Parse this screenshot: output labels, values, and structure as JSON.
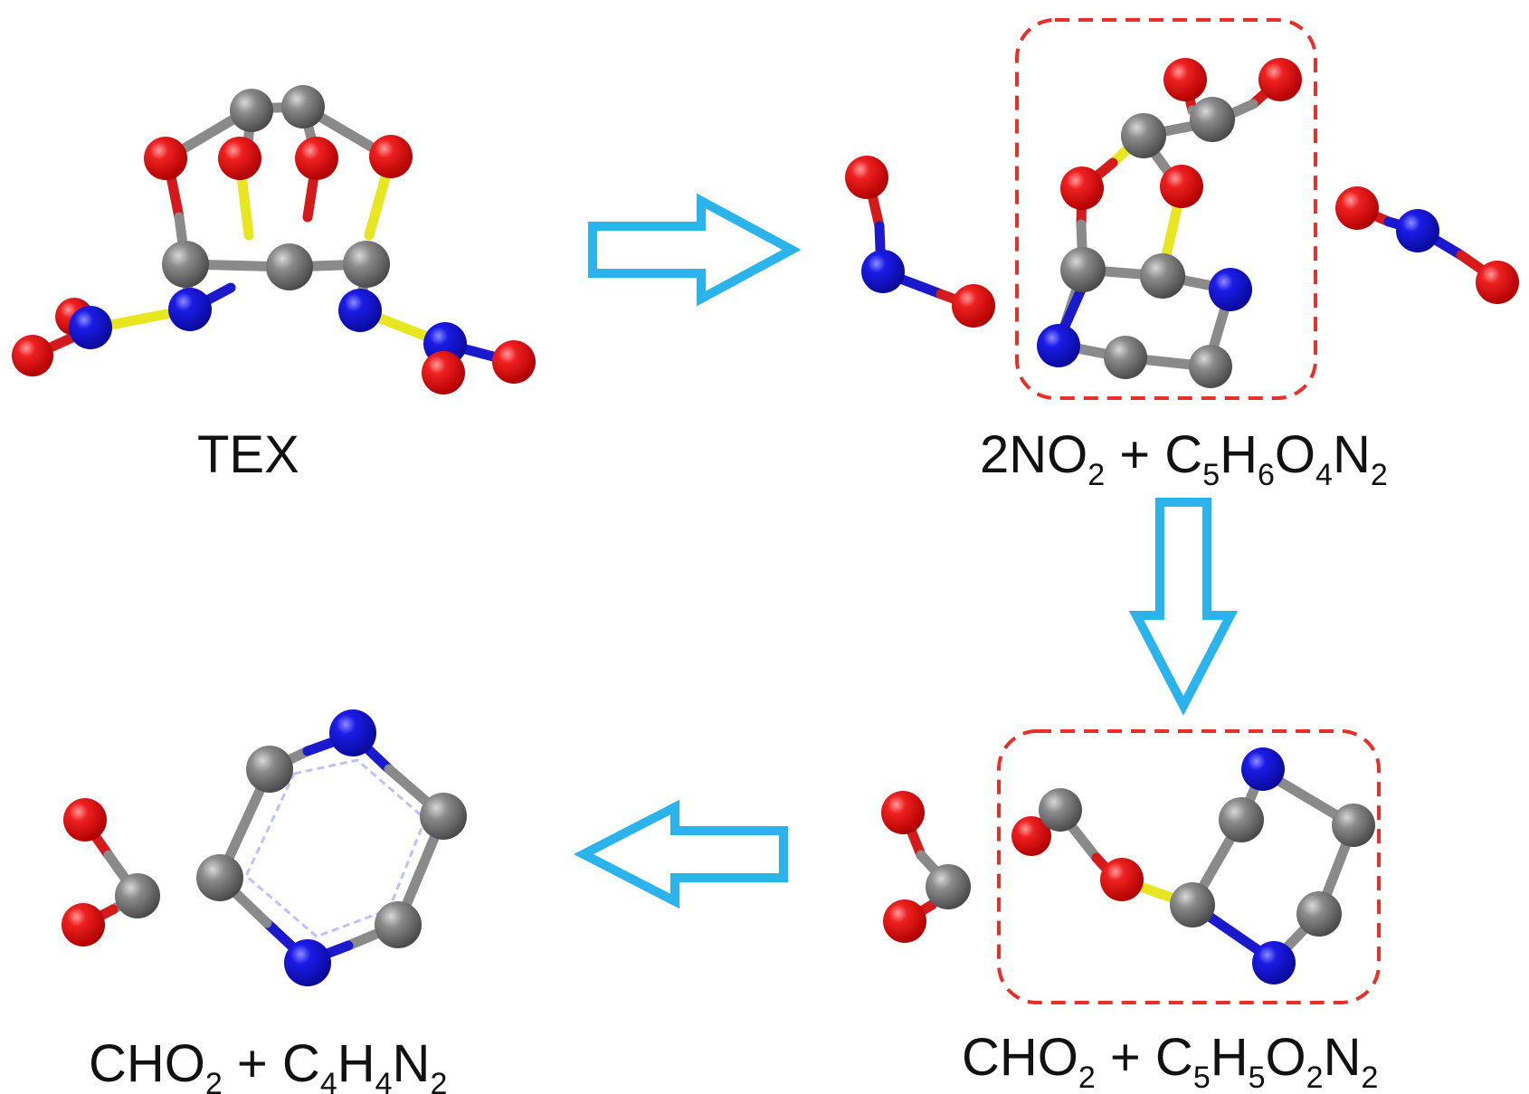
{
  "colors": {
    "oxygen": "#e01414",
    "nitrogen": "#1313d8",
    "carbon": "#7d7d7d",
    "arrow": "#2bb3ec",
    "frame": "#e8302a",
    "yellow_bond": "#e8e620"
  },
  "labels": {
    "tex": "TEX",
    "step1_prefix": "2NO",
    "step1_rest": " + C",
    "step1_h": "H",
    "step1_o": "O",
    "step1_n": "N",
    "step1_s1": "2",
    "step1_s2": "5",
    "step1_s3": "6",
    "step1_s4": "4",
    "step1_s5": "2",
    "step2_prefix": "CHO",
    "step2_rest": " + C",
    "step2_h": "H",
    "step2_o": "O",
    "step2_n": "N",
    "step2_s1": "2",
    "step2_s2": "5",
    "step2_s3": "5",
    "step2_s4": "2",
    "step2_s5": "2",
    "step3_prefix": "CHO",
    "step3_rest": " + C",
    "step3_h": "H",
    "step3_n": "N",
    "step3_s1": "2",
    "step3_s2": "4",
    "step3_s3": "4",
    "step3_s4": "2"
  }
}
